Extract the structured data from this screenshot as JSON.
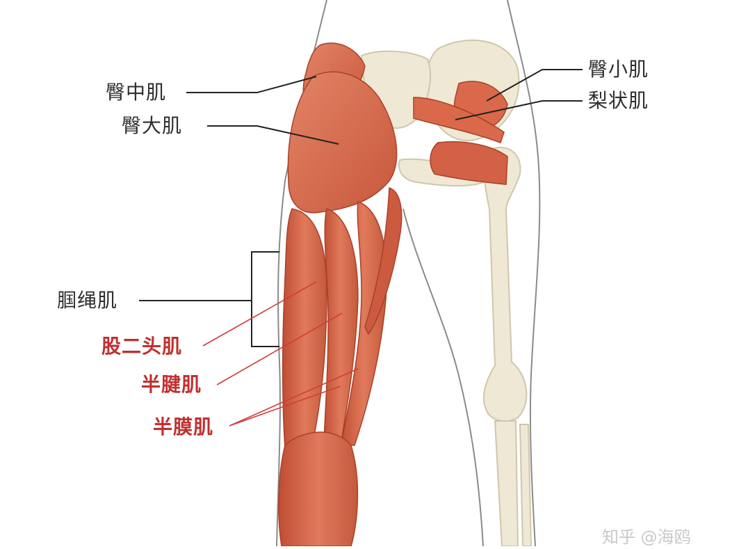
{
  "labels": {
    "gluteus_medius": "臀中肌",
    "gluteus_maximus": "臀大肌",
    "gluteus_minimus": "臀小肌",
    "piriformis": "梨状肌",
    "hamstrings": "腘绳肌",
    "biceps_femoris": "股二头肌",
    "semitendinosus": "半腱肌",
    "semimembranosus": "半膜肌"
  },
  "watermark": "知乎 @海鸥",
  "colors": {
    "muscle": "#d9694a",
    "muscle_dark": "#b9482f",
    "muscle_light": "#e8957a",
    "bone": "#efe8d4",
    "bone_outline": "#cfc6ad",
    "skin_outline": "#8a8a8a",
    "label_dark": "#2e2e2e",
    "label_red": "#c0302f"
  }
}
